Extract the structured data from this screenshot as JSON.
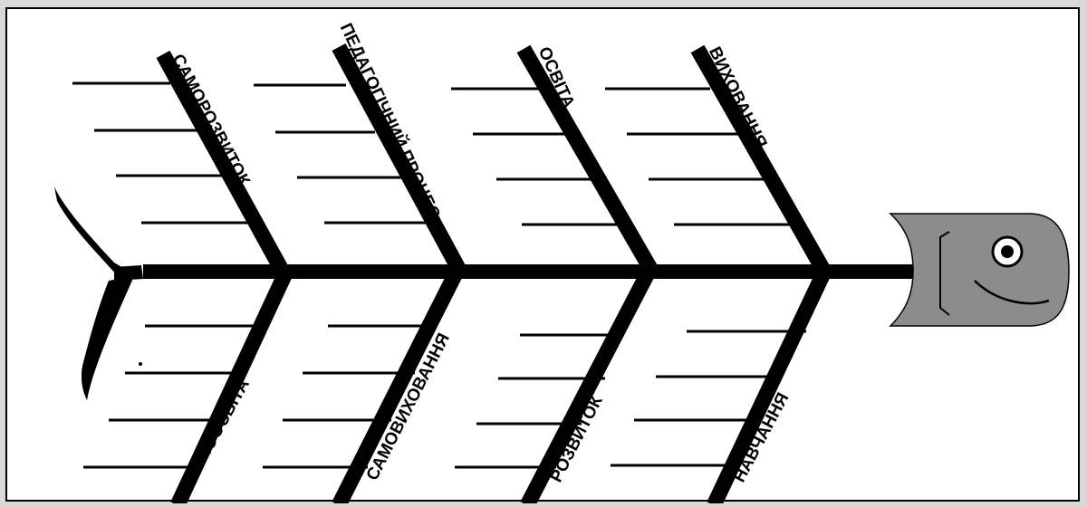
{
  "colors": {
    "background": "#ffffff",
    "frame": "#d8d8d8",
    "ink": "#000000",
    "head_fill": "#8c8c8c",
    "eye_white": "#ffffff"
  },
  "diagram": {
    "type": "fishbone",
    "top_categories": [
      "САМОРОЗВИТОК",
      "ПЕДАГОГІЧНИЙ ПРОЦЕС",
      "ОСВІТА",
      "ВИХОВАННЯ"
    ],
    "bottom_categories": [
      "САМООСВІТА",
      "САМОВИХОВАННЯ",
      "РОЗВИТОК",
      "НАВЧАННЯ"
    ]
  }
}
